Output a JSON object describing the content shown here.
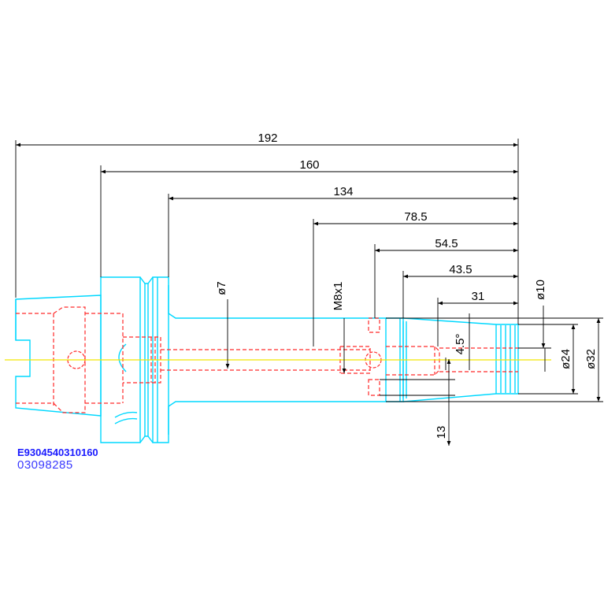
{
  "dimensions": {
    "len_192": "192",
    "len_160": "160",
    "len_134": "134",
    "len_78_5": "78.5",
    "len_54_5": "54.5",
    "len_43_5": "43.5",
    "len_31": "31",
    "dia_7": "ø7",
    "thread": "M8x1",
    "dia_10": "ø10",
    "angle": "4.5°",
    "dia_24": "ø24",
    "dia_32": "ø32",
    "len_13": "13"
  },
  "part": {
    "code_bold": "E9304540310160",
    "code_light": "03098285"
  },
  "colors": {
    "outline": "#00d8ff",
    "hidden": "#ff2a2a",
    "centerline": "#f2e600",
    "dimension": "#000000",
    "code": "#1a1aff"
  }
}
